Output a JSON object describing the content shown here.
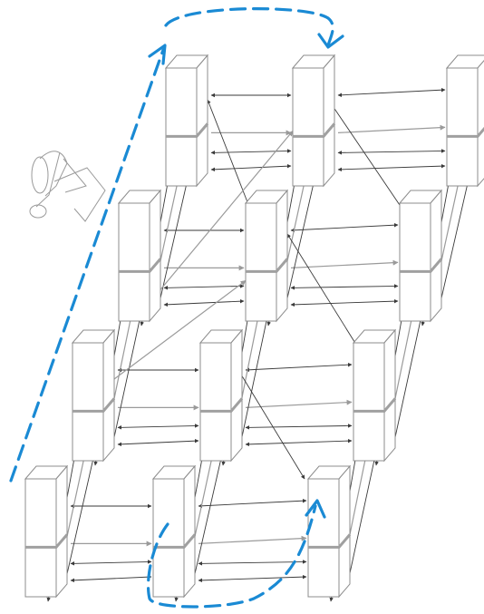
{
  "diagram": {
    "style": {
      "background": "#ffffff",
      "box_stroke": "#8c8c8c",
      "link_dark": "#3a3a3a",
      "link_grey": "#9a9a9a",
      "path_blue": "#1a8ad4"
    },
    "grid": {
      "rows": 4,
      "columns": 3
    },
    "blue_paths": [
      "top-path",
      "bottom-path",
      "left-path"
    ],
    "icon": "robot-arm-sketch-icon"
  }
}
